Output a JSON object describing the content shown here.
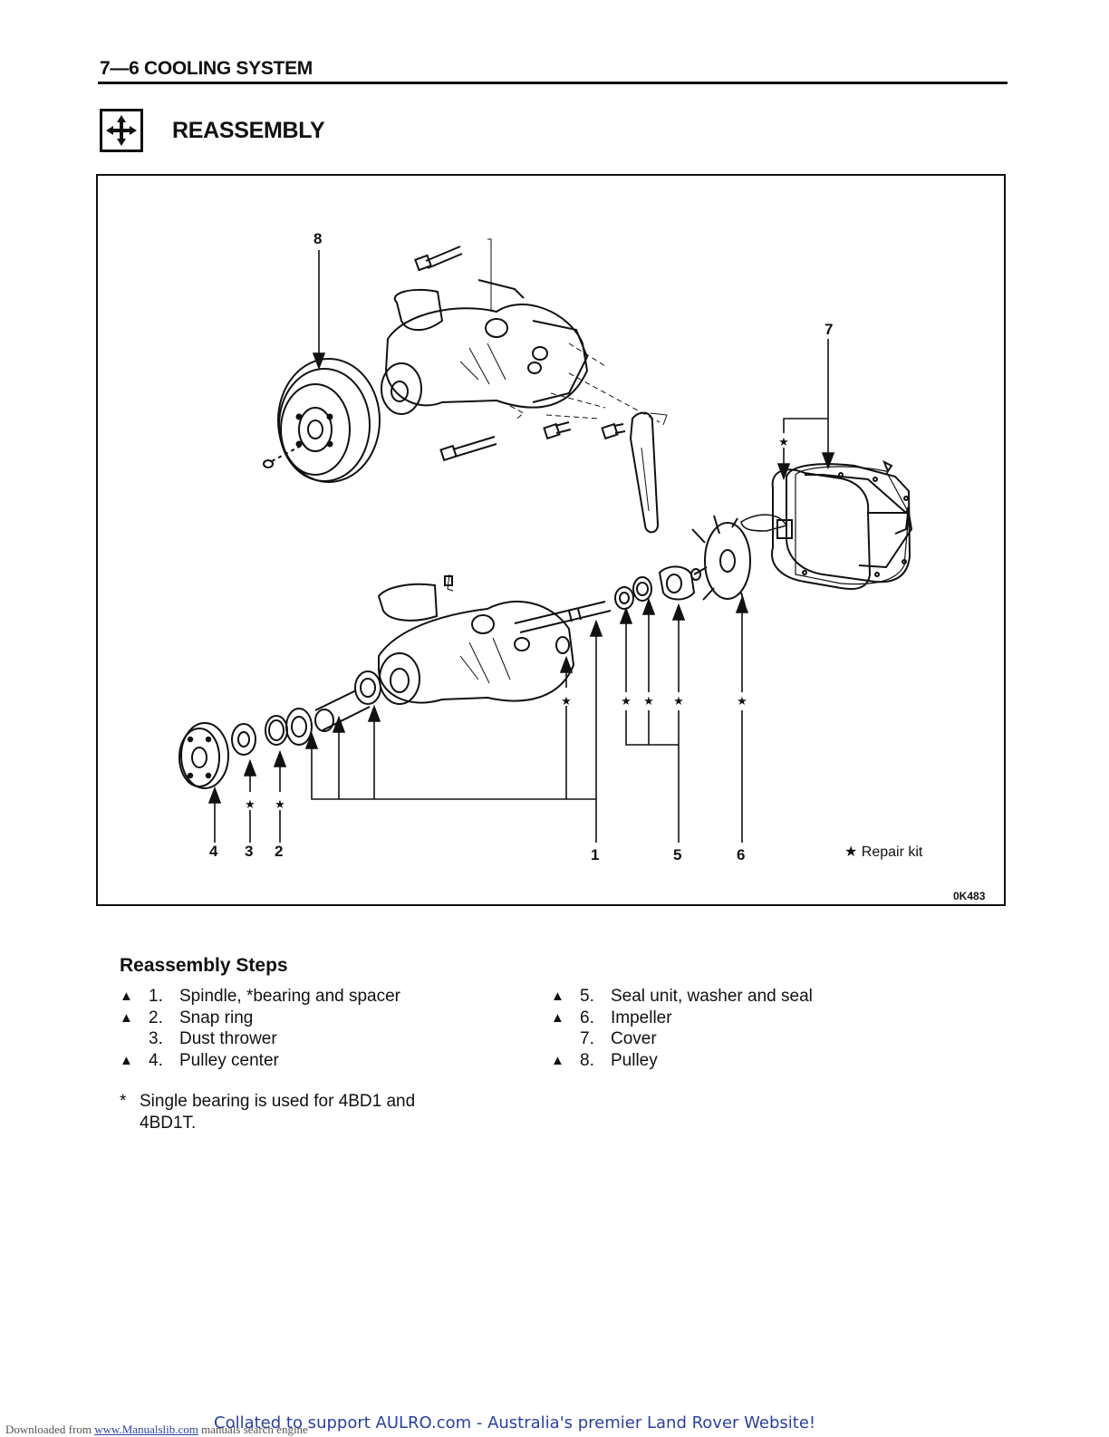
{
  "header": {
    "section": "7—6 COOLING SYSTEM"
  },
  "section": {
    "icon": "reassembly-arrows-icon",
    "title": "REASSEMBLY"
  },
  "figure": {
    "callouts": [
      {
        "n": "8"
      },
      {
        "n": "7"
      },
      {
        "n": "4"
      },
      {
        "n": "3"
      },
      {
        "n": "2"
      },
      {
        "n": "1"
      },
      {
        "n": "5"
      },
      {
        "n": "6"
      }
    ],
    "legend": "★ Repair kit",
    "code": "0K483"
  },
  "steps": {
    "title": "Reassembly Steps",
    "left": [
      {
        "mark": "▲",
        "num": "1.",
        "text": "Spindle, *bearing and spacer"
      },
      {
        "mark": "▲",
        "num": "2.",
        "text": "Snap ring"
      },
      {
        "mark": "",
        "num": "3.",
        "text": "Dust thrower"
      },
      {
        "mark": "▲",
        "num": "4.",
        "text": "Pulley center"
      }
    ],
    "right": [
      {
        "mark": "▲",
        "num": "5.",
        "text": "Seal unit, washer and seal"
      },
      {
        "mark": "▲",
        "num": "6.",
        "text": "Impeller"
      },
      {
        "mark": "",
        "num": "7.",
        "text": "Cover"
      },
      {
        "mark": "▲",
        "num": "8.",
        "text": "Pulley"
      }
    ],
    "note_mark": "*",
    "note_line1": "Single bearing is used for 4BD1 and",
    "note_line2": "4BD1T."
  },
  "footer": {
    "downloaded": "Downloaded from",
    "link": "www.Manualslib.com",
    "engine": "manuals search engine",
    "collated": "Collated to support AULRO.com - Australia's premier Land Rover Website!"
  }
}
